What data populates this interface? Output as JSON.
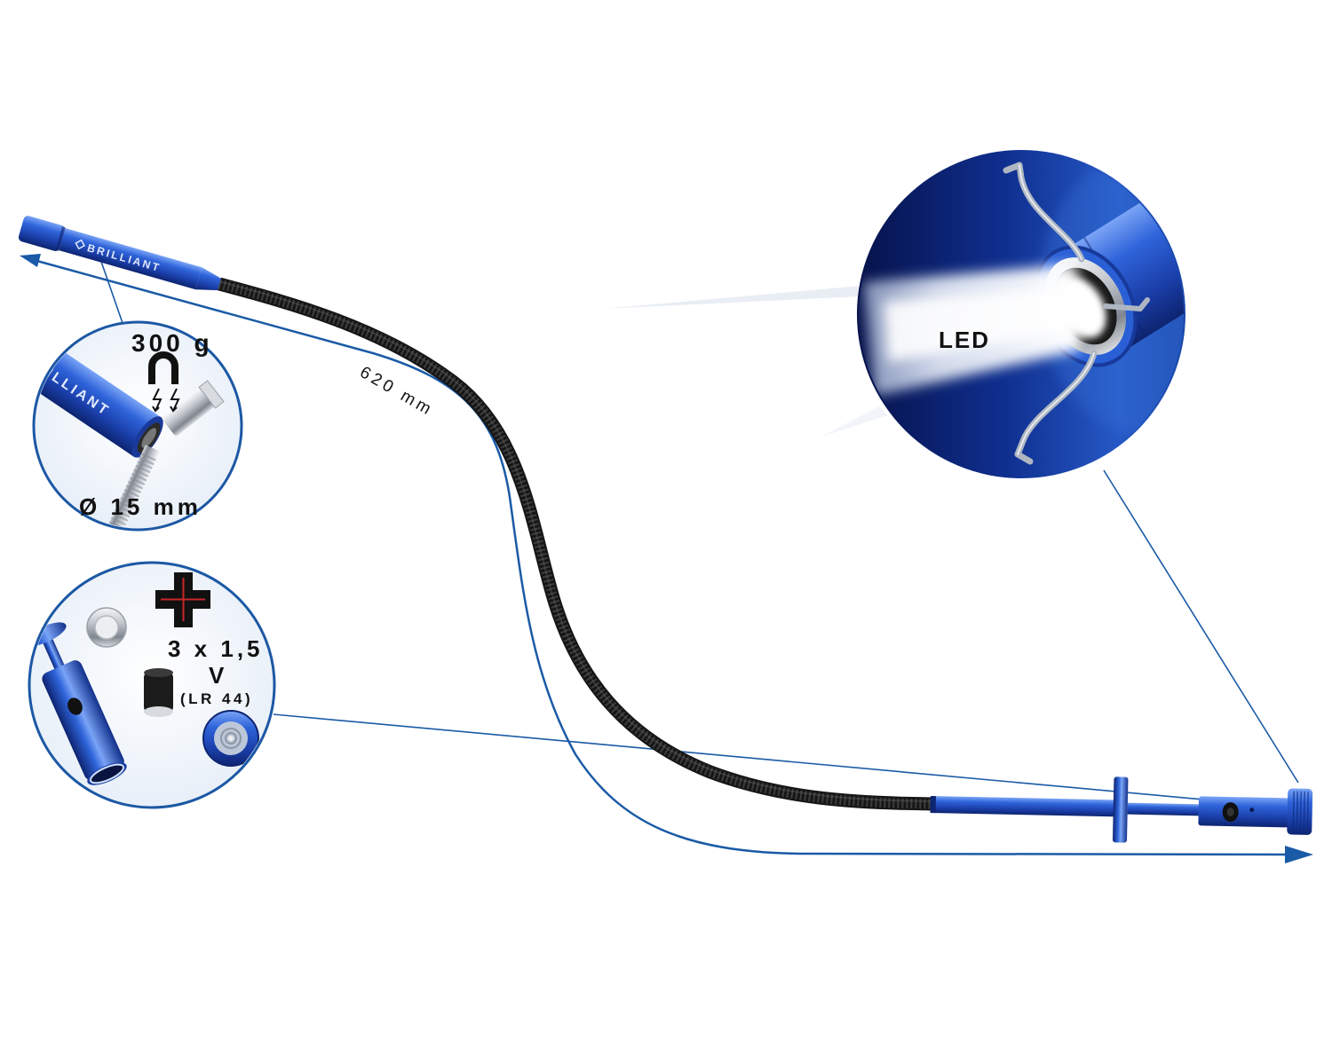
{
  "brand": {
    "logo_text": "BRILLIANT"
  },
  "dimension": {
    "length_label": "620 mm"
  },
  "magnet_callout": {
    "force_label": "300 g",
    "diameter_label": "Ø 15 mm"
  },
  "battery_callout": {
    "voltage_line1": "3 x 1,5",
    "voltage_line2": "V",
    "battery_type": "(LR 44)"
  },
  "led_callout": {
    "label": "LED"
  },
  "colors": {
    "tool_blue": "#2a5fd6",
    "line_blue": "#1a5aa6",
    "hose_black": "#161616",
    "callout_border": "#1c58a4",
    "led_background": "#0f2f8f"
  },
  "icons": {
    "magnet": "magnet-icon",
    "lightning": "lightning-icon",
    "plus": "plus-icon",
    "coin_battery": "coin-battery-icon",
    "magnet_cylinder": "magnet-cylinder-icon"
  }
}
